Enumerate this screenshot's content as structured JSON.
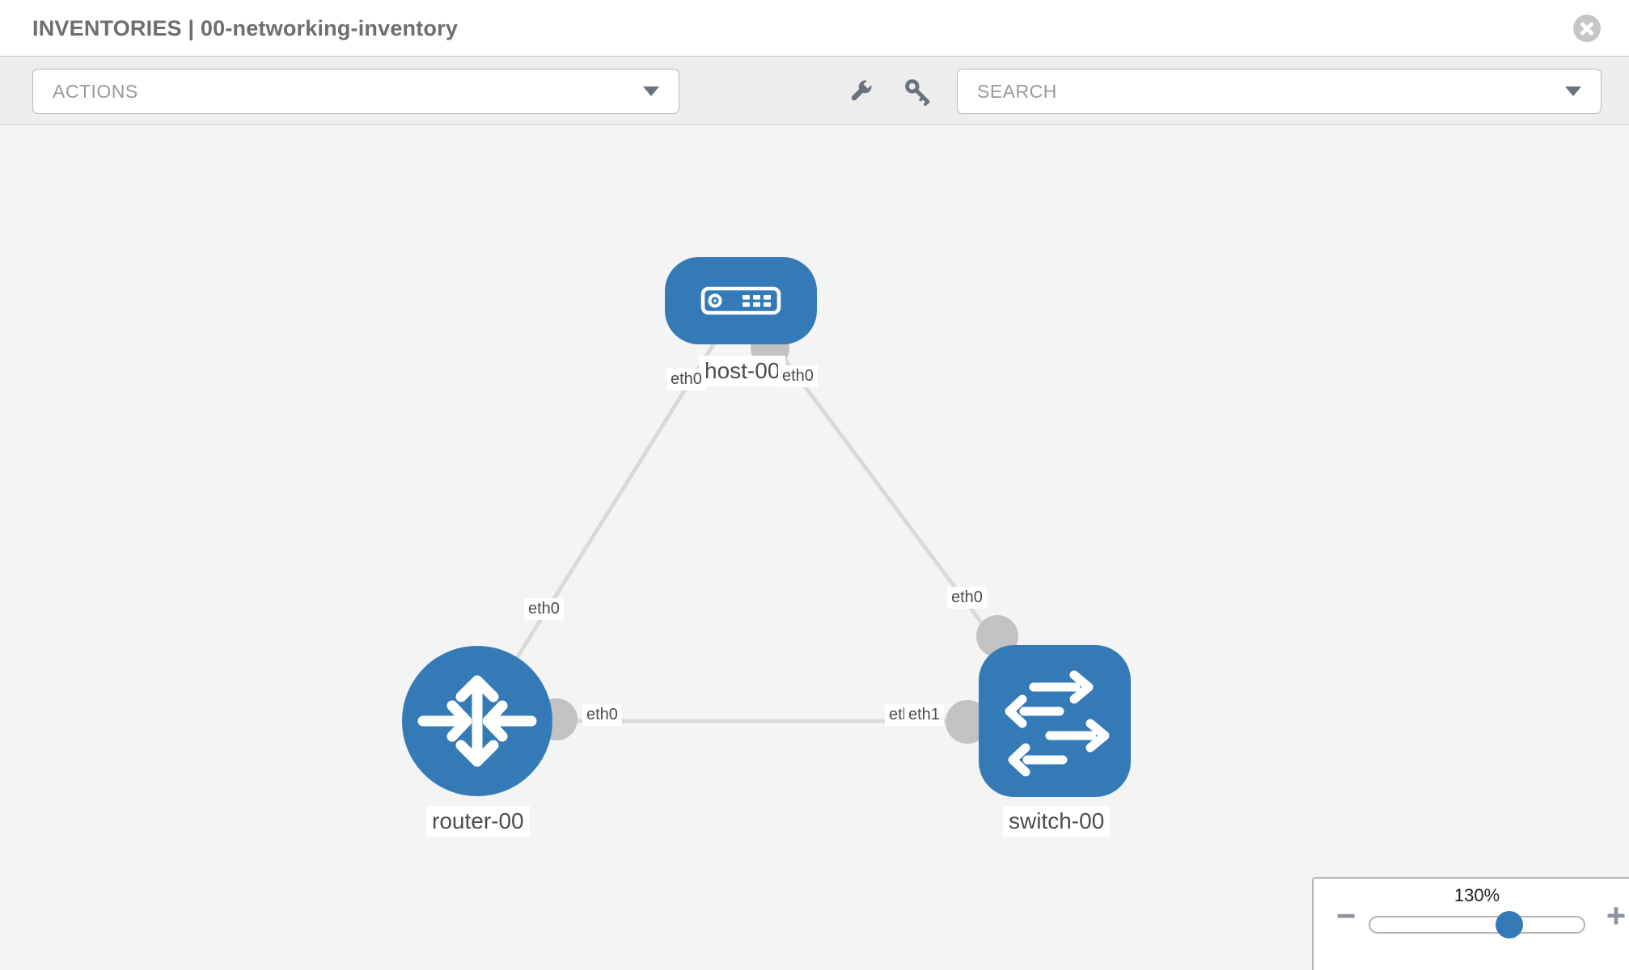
{
  "header": {
    "title": "INVENTORIES | 00-networking-inventory",
    "close_icon": "x-circle"
  },
  "toolbar": {
    "actions_label": "ACTIONS",
    "search_placeholder": "SEARCH",
    "icons": [
      "wrench",
      "key"
    ],
    "chevron_icon": "chevron-down"
  },
  "topology": {
    "nodes": [
      {
        "id": "host-00",
        "type": "host",
        "label": "host-00"
      },
      {
        "id": "router-00",
        "type": "router",
        "label": "router-00"
      },
      {
        "id": "switch-00",
        "type": "switch",
        "label": "switch-00"
      }
    ],
    "edges": [
      {
        "from": "host-00",
        "to": "router-00"
      },
      {
        "from": "host-00",
        "to": "switch-00"
      },
      {
        "from": "router-00",
        "to": "switch-00"
      }
    ],
    "interface_labels": [
      {
        "edge": "host-router",
        "end": "host-side",
        "text": "eth0"
      },
      {
        "edge": "host-switch",
        "end": "host-side",
        "text": "eth0"
      },
      {
        "edge": "host-router",
        "end": "mid",
        "text": "eth0"
      },
      {
        "edge": "host-switch",
        "end": "mid",
        "text": "eth0"
      },
      {
        "edge": "router-switch",
        "end": "router-side",
        "text": "eth0"
      },
      {
        "edge": "router-switch",
        "end": "switch-side-under",
        "text": "eth0"
      },
      {
        "edge": "router-switch",
        "end": "switch-side",
        "text": "eth1"
      }
    ]
  },
  "zoom_control": {
    "value": "130%",
    "zoom_out": "−",
    "zoom_in": "+",
    "percent": 130
  },
  "colors": {
    "node_blue": "#337ab7",
    "connector_gray": "#c2c2c2",
    "edge_gray": "#d9d9d9"
  }
}
